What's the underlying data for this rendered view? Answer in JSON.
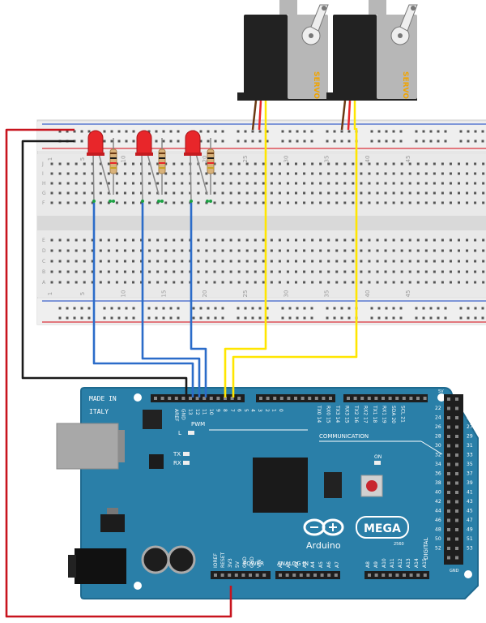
{
  "servos": [
    {
      "label": "SERVO"
    },
    {
      "label": "SERVO"
    }
  ],
  "breadboard": {
    "column_labels_top": [
      "1",
      "5",
      "10",
      "15",
      "20",
      "25",
      "30",
      "35",
      "40",
      "45"
    ],
    "column_labels_bottom": [
      "1",
      "5",
      "10",
      "15",
      "20",
      "25",
      "30",
      "35",
      "40",
      "45"
    ],
    "row_labels_upper": [
      "J",
      "I",
      "H",
      "G",
      "F"
    ],
    "row_labels_lower": [
      "E",
      "D",
      "C",
      "B",
      "A"
    ]
  },
  "leds": [
    {
      "color": "#e8262a"
    },
    {
      "color": "#e8262a"
    },
    {
      "color": "#e8262a"
    }
  ],
  "board": {
    "made_in": "MADE IN",
    "italy": "ITALY",
    "brand": "Arduino",
    "model": "MEGA",
    "model_sub": "2560",
    "pwm_label": "PWM",
    "communication_label": "COMMUNICATION",
    "digital_label": "DIGITAL",
    "power_label": "POWER",
    "analog_label": "ANALOG IN",
    "on_label": "ON",
    "l_label": "L",
    "tx_label": "TX",
    "rx_label": "RX",
    "top_header_labels": [
      "AREF",
      "GND",
      "13",
      "12",
      "11",
      "10",
      "9",
      "8",
      "7",
      "6",
      "5",
      "4",
      "3",
      "2",
      "1",
      "0"
    ],
    "comm_header_labels": [
      "TX0 14",
      "RX0 15",
      "TX3 14",
      "RX3 15",
      "TX2 16",
      "RX2 17",
      "TX1 18",
      "RX1 19",
      "SDA 20",
      "SCL 21"
    ],
    "power_header_labels": [
      "IOREF",
      "RESET",
      "3V3",
      "5V",
      "GND",
      "GND",
      "VIN"
    ],
    "analog_header_labels": [
      "A0",
      "A1",
      "A2",
      "A3",
      "A4",
      "A5",
      "A6",
      "A7",
      "A8",
      "A9",
      "A10",
      "A11",
      "A12",
      "A13",
      "A14",
      "A15"
    ],
    "digital_left_labels": [
      "22",
      "24",
      "26",
      "28",
      "30",
      "32",
      "34",
      "36",
      "38",
      "40",
      "42",
      "44",
      "46",
      "48",
      "50",
      "52"
    ],
    "digital_right_labels": [
      "23",
      "25",
      "27",
      "29",
      "31",
      "33",
      "35",
      "37",
      "39",
      "41",
      "43",
      "45",
      "47",
      "49",
      "51",
      "53"
    ],
    "header_5v_top": "5V",
    "header_gnd_bottom": "GND",
    "color_board": "#2a7fa8",
    "color_board_dark": "#1f6a8f"
  },
  "wires": {
    "power_color": "#c8141e",
    "ground_color": "#1a1a1a",
    "led_color": "#2b6cc9",
    "servo_signal_color": "#ffe600",
    "servo_red": "#e8262a",
    "servo_brown": "#6b3a14"
  }
}
